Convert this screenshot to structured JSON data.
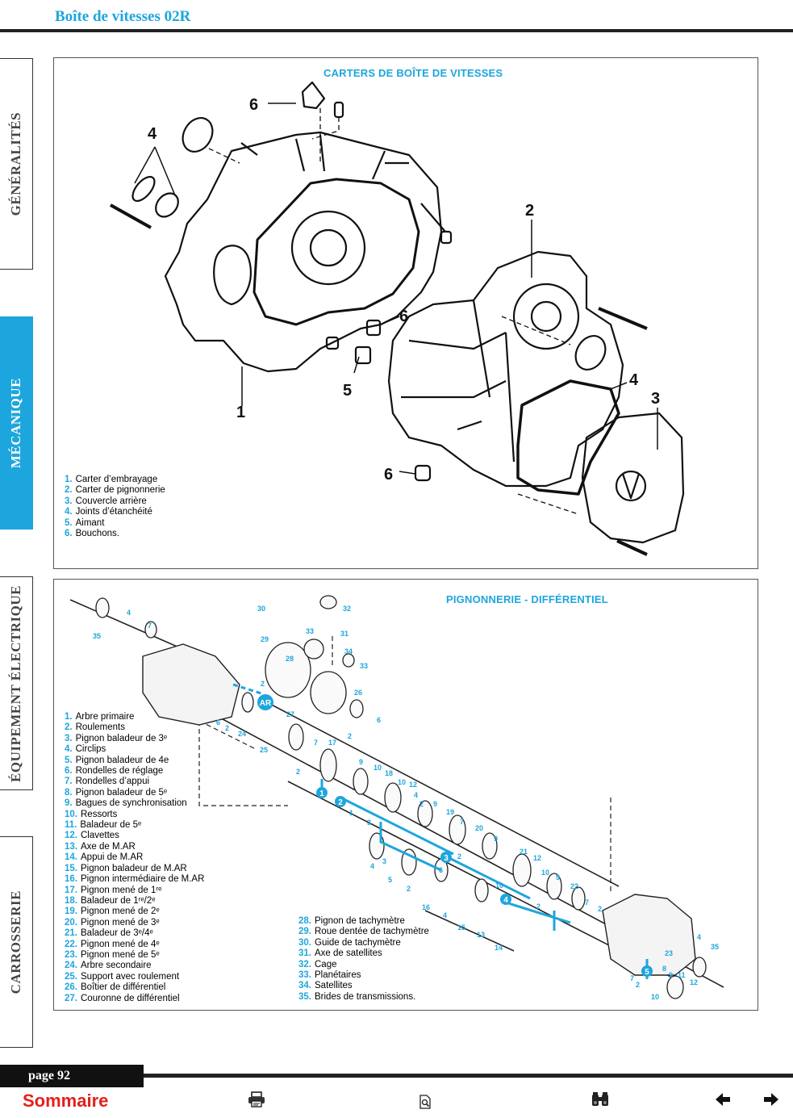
{
  "header": {
    "title": "Boîte de vitesses 02R"
  },
  "sidebar": {
    "tabs": [
      {
        "label": "GÉNÉRALITÉS",
        "active": false
      },
      {
        "label": "MÉCANIQUE",
        "active": true
      },
      {
        "label": "ÉQUIPEMENT ÉLECTRIQUE",
        "active": false
      },
      {
        "label": "CARROSSERIE",
        "active": false
      }
    ]
  },
  "panel1": {
    "title": "CARTERS DE BOÎTE DE VITESSES",
    "callouts": [
      "1",
      "2",
      "3",
      "4",
      "4",
      "5",
      "6",
      "6",
      "6"
    ],
    "legend": [
      {
        "num": "1.",
        "text": "Carter d’embrayage"
      },
      {
        "num": "2.",
        "text": "Carter de pignonnerie"
      },
      {
        "num": "3.",
        "text": "Couvercle arrière"
      },
      {
        "num": "4.",
        "text": "Joints d’étanchéité"
      },
      {
        "num": "5.",
        "text": "Aimant"
      },
      {
        "num": "6.",
        "text": "Bouchons."
      }
    ]
  },
  "panel2": {
    "title": "PIGNONNERIE - DIFFÉRENTIEL",
    "ar_label": "AR",
    "step_markers": [
      "1",
      "2",
      "3",
      "4",
      "5"
    ],
    "callouts": [
      "4",
      "7",
      "35",
      "30",
      "32",
      "33",
      "31",
      "29",
      "34",
      "33",
      "28",
      "2",
      "26",
      "27",
      "6",
      "2",
      "6",
      "2",
      "24",
      "25",
      "7",
      "17",
      "2",
      "9",
      "10",
      "18",
      "10",
      "12",
      "4",
      "2",
      "9",
      "19",
      "1",
      "3",
      "7",
      "20",
      "9",
      "2",
      "3",
      "4",
      "6",
      "5",
      "2",
      "21",
      "12",
      "10",
      "9",
      "22",
      "10",
      "7",
      "2",
      "2",
      "16",
      "4",
      "15",
      "13",
      "14",
      "4",
      "35",
      "23",
      "7",
      "2",
      "8",
      "9",
      "11",
      "12",
      "10"
    ],
    "legend_left": [
      {
        "num": "1.",
        "text": "Arbre primaire"
      },
      {
        "num": "2.",
        "text": "Roulements"
      },
      {
        "num": "3.",
        "text": "Pignon baladeur de 3ᵉ"
      },
      {
        "num": "4.",
        "text": "Circlips"
      },
      {
        "num": "5.",
        "text": "Pignon baladeur de 4e"
      },
      {
        "num": "6.",
        "text": "Rondelles de réglage"
      },
      {
        "num": "7.",
        "text": "Rondelles d’appui"
      },
      {
        "num": "8.",
        "text": "Pignon baladeur de 5ᵉ"
      },
      {
        "num": "9.",
        "text": "Bagues de synchronisation"
      },
      {
        "num": "10.",
        "text": "Ressorts"
      },
      {
        "num": "11.",
        "text": "Baladeur de 5ᵉ"
      },
      {
        "num": "12.",
        "text": "Clavettes"
      },
      {
        "num": "13.",
        "text": "Axe de M.AR"
      },
      {
        "num": "14.",
        "text": "Appui de M.AR"
      },
      {
        "num": "15.",
        "text": "Pignon baladeur de M.AR"
      },
      {
        "num": "16.",
        "text": "Pignon intermédiaire de M.AR"
      },
      {
        "num": "17.",
        "text": "Pignon mené de 1ʳᵉ"
      },
      {
        "num": "18.",
        "text": "Baladeur de 1ʳᵉ/2ᵉ"
      },
      {
        "num": "19.",
        "text": "Pignon mené de 2ᵉ"
      },
      {
        "num": "20.",
        "text": "Pignon mené de 3ᵉ"
      },
      {
        "num": "21.",
        "text": "Baladeur de 3ᵉ/4ᵉ"
      },
      {
        "num": "22.",
        "text": "Pignon mené de 4ᵉ"
      },
      {
        "num": "23.",
        "text": "Pignon mené de 5ᵉ"
      },
      {
        "num": "24.",
        "text": "Arbre secondaire"
      },
      {
        "num": "25.",
        "text": "Support avec roulement"
      },
      {
        "num": "26.",
        "text": "Boîtier de différentiel"
      },
      {
        "num": "27.",
        "text": "Couronne de différentiel"
      }
    ],
    "legend_right": [
      {
        "num": "28.",
        "text": "Pignon de tachymètre"
      },
      {
        "num": "29.",
        "text": "Roue dentée de tachymètre"
      },
      {
        "num": "30.",
        "text": "Guide de tachymètre"
      },
      {
        "num": "31.",
        "text": "Axe de satellites"
      },
      {
        "num": "32.",
        "text": "Cage"
      },
      {
        "num": "33.",
        "text": "Planétaires"
      },
      {
        "num": "34.",
        "text": "Satellites"
      },
      {
        "num": "35.",
        "text": "Brides de transmissions."
      }
    ]
  },
  "footer": {
    "page_label": "page 92",
    "sommaire_label": "Sommaire",
    "icons": [
      "printer-icon",
      "document-zoom-icon",
      "binoculars-icon",
      "arrow-left-icon",
      "arrow-right-icon"
    ],
    "colors": {
      "accent": "#1da6dd",
      "link": "#e3201b"
    }
  }
}
